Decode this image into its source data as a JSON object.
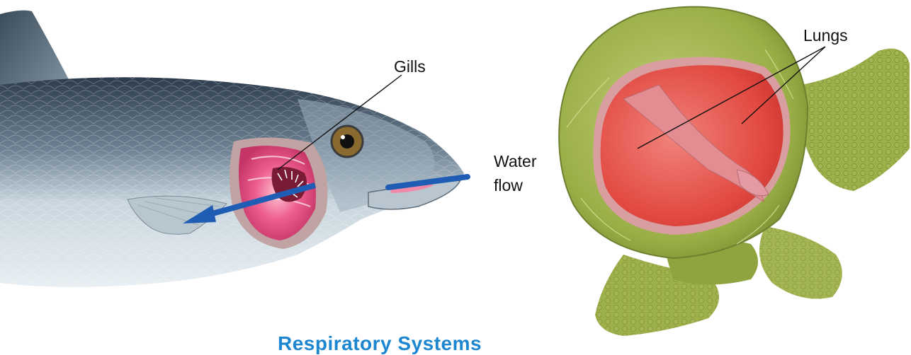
{
  "labels": {
    "gills": "Gills",
    "water_flow_line1": "Water",
    "water_flow_line2": "flow",
    "lungs": "Lungs"
  },
  "caption": "Respiratory Systems",
  "colors": {
    "caption": "#1d86d1",
    "arrow": "#1f5db5",
    "gill_pink": "#e84a86",
    "lung_red": "#e44c45",
    "shell_green": "#9fb24a"
  }
}
